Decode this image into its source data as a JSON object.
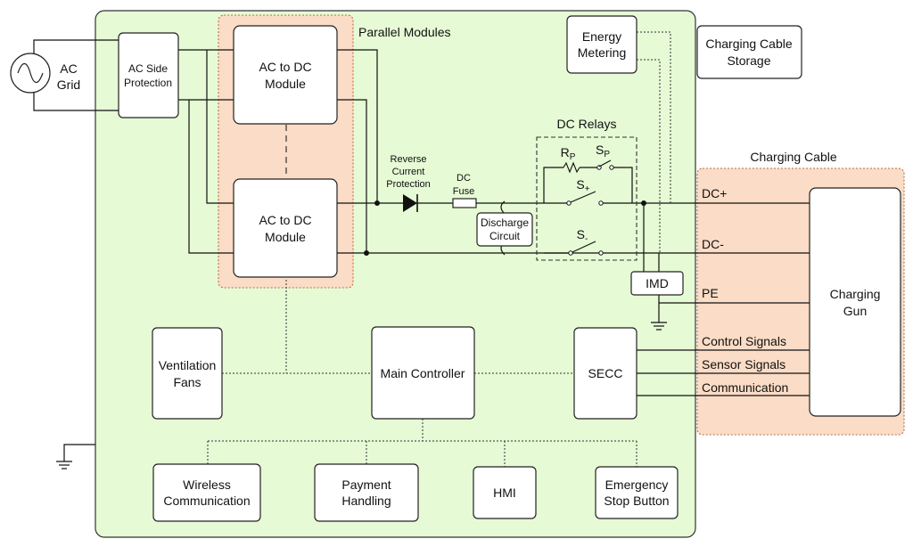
{
  "colors": {
    "station_bg": "#e6fad5",
    "region_bg": "#fbdcc6",
    "region_border": "#b76e4a"
  },
  "labels": {
    "parallel_modules": "Parallel Modules",
    "dc_relays": "DC Relays",
    "charging_cable": "Charging Cable",
    "rp_main": "R",
    "rp_sub": "P",
    "sp_main": "S",
    "sp_sub": "P",
    "splus_main": "S",
    "splus_sub": "+",
    "sminus_main": "S",
    "sminus_sub": "-",
    "reverse_current_protection": [
      "Reverse",
      "Current",
      "Protection"
    ],
    "dc_fuse": [
      "DC",
      "Fuse"
    ],
    "dc_plus": "DC+",
    "dc_minus": "DC-",
    "pe": "PE",
    "control_signals": "Control Signals",
    "sensor_signals": "Sensor Signals",
    "communication": "Communication"
  },
  "blocks": {
    "ac_grid": [
      "AC",
      "Grid"
    ],
    "ac_side_protection": [
      "AC Side",
      "Protection"
    ],
    "ac_dc_module_1": [
      "AC to DC",
      "Module"
    ],
    "ac_dc_module_2": [
      "AC to DC",
      "Module"
    ],
    "energy_metering": [
      "Energy",
      "Metering"
    ],
    "charging_cable_storage": [
      "Charging Cable",
      "Storage"
    ],
    "discharge_circuit": [
      "Discharge",
      "Circuit"
    ],
    "imd": [
      "IMD"
    ],
    "charging_gun": [
      "Charging",
      "Gun"
    ],
    "ventilation_fans": [
      "Ventilation",
      "Fans"
    ],
    "main_controller": [
      "Main Controller"
    ],
    "secc": [
      "SECC"
    ],
    "wireless_communication": [
      "Wireless",
      "Communication"
    ],
    "payment_handling": [
      "Payment",
      "Handling"
    ],
    "hmi": [
      "HMI"
    ],
    "emergency_stop_button": [
      "Emergency",
      "Stop Button"
    ]
  }
}
